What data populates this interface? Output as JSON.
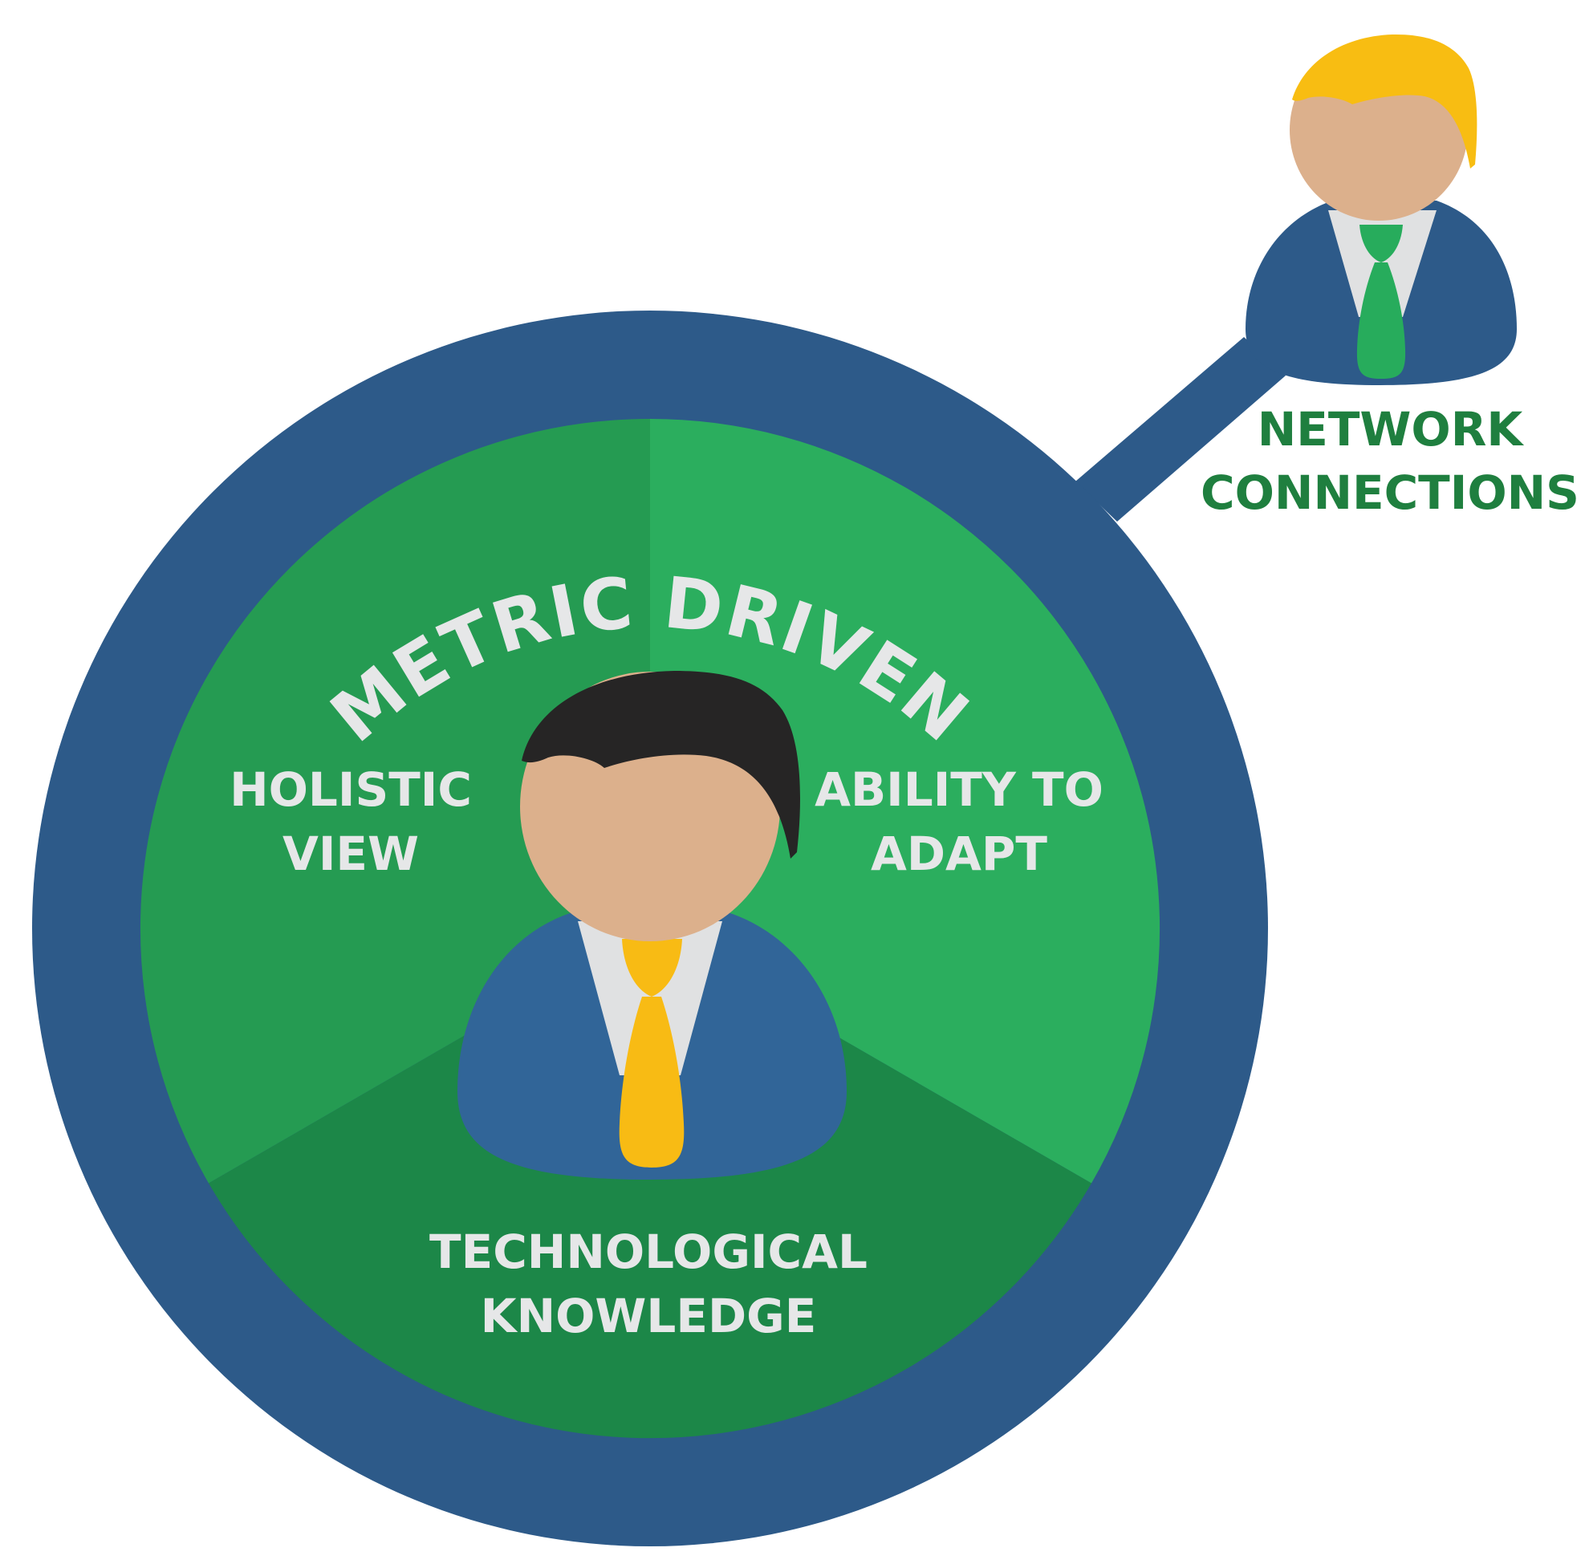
{
  "diagram": {
    "ring_title": "METRIC DRIVEN",
    "segments": [
      {
        "id": "holistic",
        "lines": [
          "HOLISTIC",
          "VIEW"
        ]
      },
      {
        "id": "adapt",
        "lines": [
          "ABILITY TO",
          "ADAPT"
        ]
      },
      {
        "id": "technological",
        "lines": [
          "TECHNOLOGICAL",
          "KNOWLEDGE"
        ]
      }
    ],
    "satellite": {
      "lines": [
        "NETWORK",
        "CONNECTIONS"
      ]
    }
  },
  "colors": {
    "ring": "#2d5a89",
    "segment_left": "#259b52",
    "segment_right": "#2bae5e",
    "segment_bottom": "#1c8748",
    "skin": "#dcb08c",
    "suit": "#316598",
    "shirt": "#e0e1e2",
    "tie_main": "#f8bb14",
    "hair_main": "#262525",
    "hair_satellite": "#f8bd12",
    "tie_satellite": "#27ac5c",
    "satellite_text": "#1f7f3f",
    "light_text": "#e6e7e8"
  }
}
